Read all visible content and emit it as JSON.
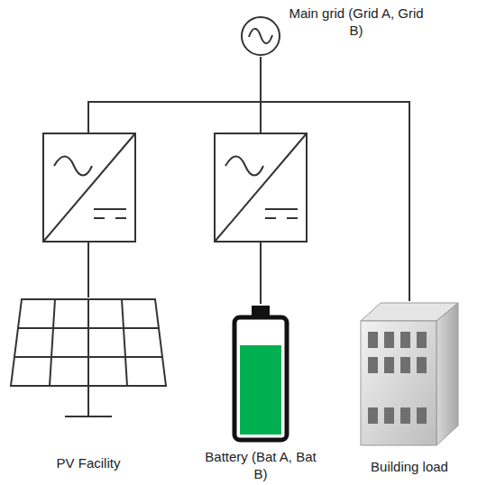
{
  "diagram": {
    "nodes": [
      {
        "text": [
          "Main grid (Grid A, Grid B)"
        ]
      },
      {
        "text": [
          "PV Facility"
        ]
      },
      {
        "text": [
          "Battery (Bat A, Bat B)"
        ]
      },
      {
        "text": [
          "Building load"
        ]
      }
    ],
    "edges": [
      {
        "from": 0,
        "to": 1,
        "arrow": "none"
      },
      {
        "from": 0,
        "to": 2,
        "arrow": "none"
      },
      {
        "from": 0,
        "to": 3,
        "arrow": "none"
      }
    ]
  }
}
